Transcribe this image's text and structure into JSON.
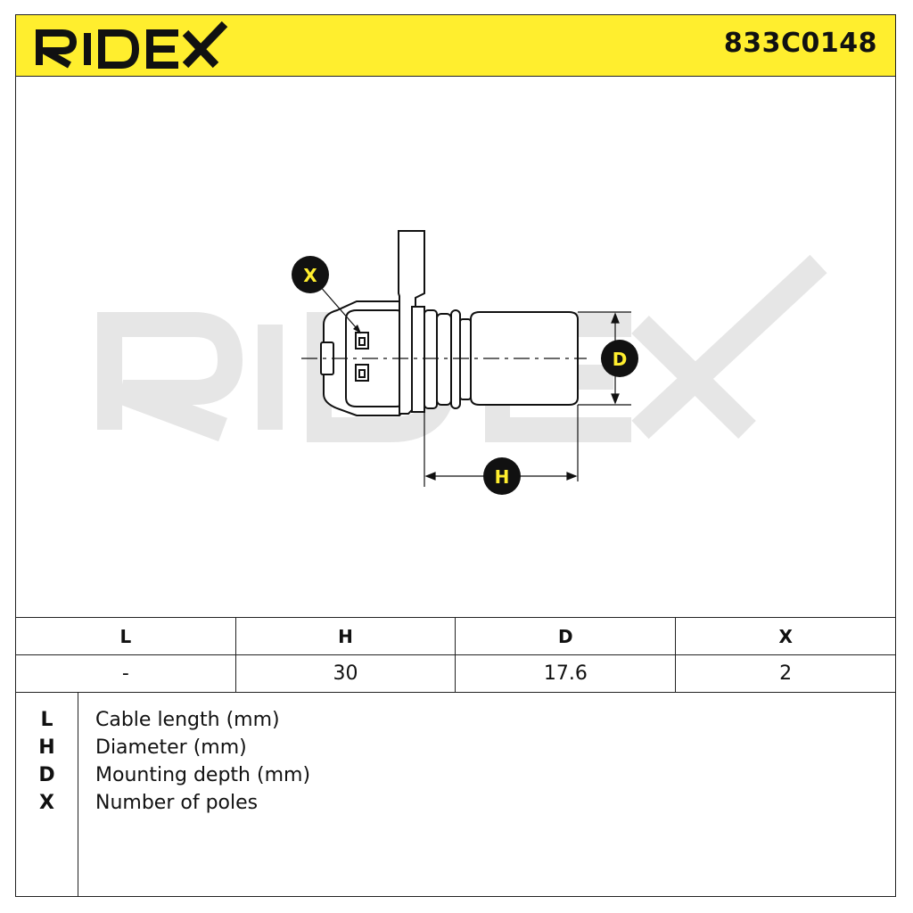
{
  "header": {
    "brand": "RIDEX",
    "part_number": "833C0148"
  },
  "drawing": {
    "watermark": "RIDEX",
    "callouts": {
      "x": "X",
      "d": "D",
      "h": "H"
    },
    "colors": {
      "header_bg": "#ffee2e",
      "callout_bg": "#111111",
      "callout_text": "#ffee2e",
      "watermark": "#e6e6e6"
    }
  },
  "spec_table": {
    "headers": [
      "L",
      "H",
      "D",
      "X"
    ],
    "values": [
      "-",
      "30",
      "17.6",
      "2"
    ]
  },
  "legend": {
    "items": [
      {
        "key": "L",
        "label": "Cable length (mm)"
      },
      {
        "key": "H",
        "label": "Diameter (mm)"
      },
      {
        "key": "D",
        "label": "Mounting depth (mm)"
      },
      {
        "key": "X",
        "label": "Number of poles"
      }
    ]
  }
}
